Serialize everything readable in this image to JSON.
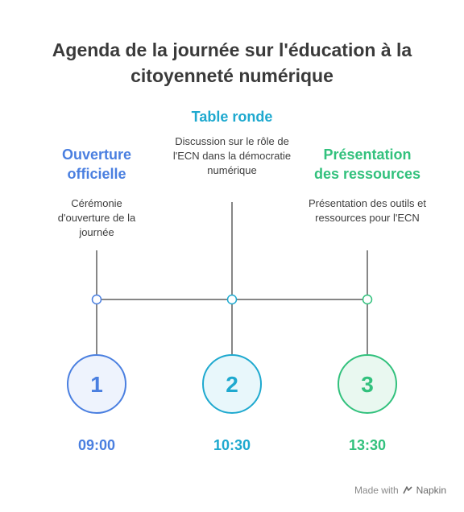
{
  "title": "Agenda de la journée sur l'éducation à la citoyenneté numérique",
  "steps": [
    {
      "number": "1",
      "heading": "Ouverture officielle",
      "description": "Cérémonie d'ouverture de la journée",
      "time": "09:00",
      "color": "#4a7fe0",
      "fill": "#eef3fd"
    },
    {
      "number": "2",
      "heading": "Table ronde",
      "description": "Discussion sur le rôle de l'ECN dans la démocratie numérique",
      "time": "10:30",
      "color": "#1ea9cf",
      "fill": "#e8f7fb"
    },
    {
      "number": "3",
      "heading": "Présentation des ressources",
      "description": "Présentation des outils et ressources pour l'ECN",
      "time": "13:30",
      "color": "#32c17d",
      "fill": "#e9f8f0"
    }
  ],
  "footer": {
    "made_with": "Made with",
    "brand": "Napkin"
  },
  "colors": {
    "title": "#3a3a3a",
    "connector": "#5f5f5f"
  }
}
